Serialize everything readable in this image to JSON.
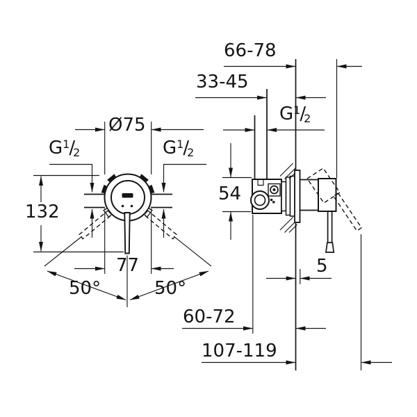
{
  "colors": {
    "ink": "#141414",
    "background": "#ffffff"
  },
  "labels": {
    "thread": {
      "prefix": "G",
      "num": "1",
      "slash": "/",
      "den": "2"
    },
    "front": {
      "diameter": "Ø75",
      "height": "132",
      "width": "77",
      "angle_left": "50°",
      "angle_right": "50°"
    },
    "side": {
      "total_depth": "66-78",
      "pipe_depth": "33-45",
      "body_height": "54",
      "plate_offset": "5",
      "box_depth": "60-72",
      "handle_depth": "107-119"
    }
  }
}
